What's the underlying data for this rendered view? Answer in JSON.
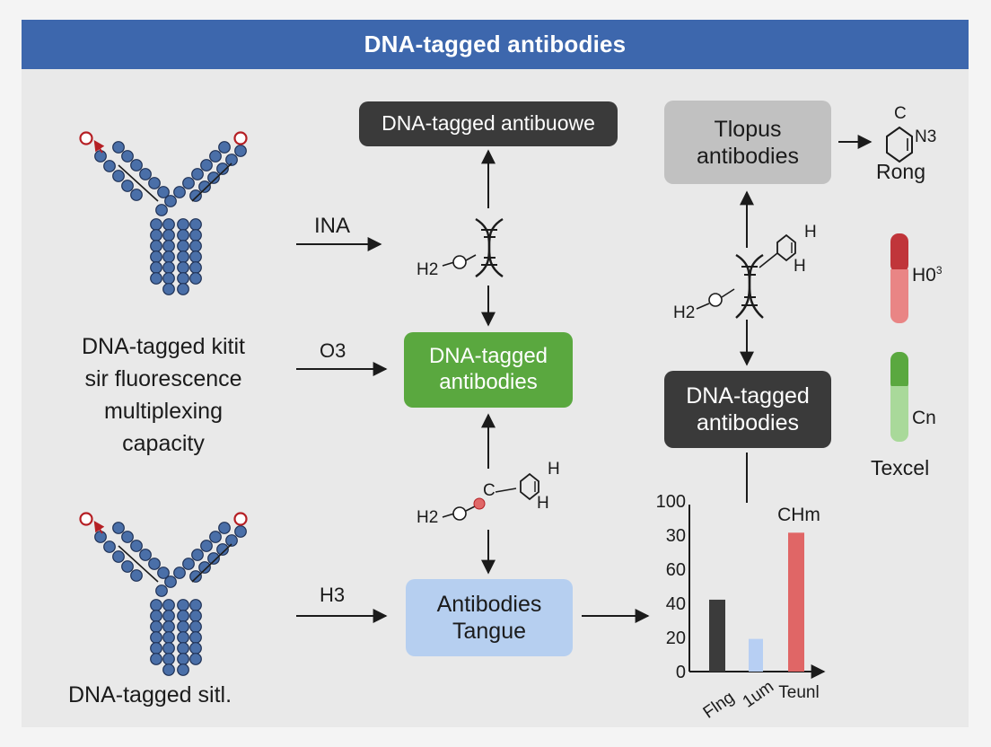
{
  "title": "DNA-tagged antibodies",
  "colors": {
    "title_bar": "#3d67ad",
    "dark_box": "#3a3a3a",
    "green_box": "#5aa83f",
    "blue_box": "#b6cff0",
    "grey_box": "#c1c1c1",
    "antibody_bead": "#4a6fa8",
    "tag_red": "#b51f24",
    "bar_red": "#e06666",
    "bar_blue": "#b7cff3",
    "bar_dark": "#3b3b3b"
  },
  "left": {
    "caption_top": [
      "DNA-tagged kitit",
      "sir fluorescence",
      "multiplexing",
      "capacity"
    ],
    "caption_bottom": "DNA-tagged sitl."
  },
  "arrow_labels": {
    "top": "INA",
    "middle": "O3",
    "bottom": "H3"
  },
  "center": {
    "top_box": "DNA-tagged antibuowe",
    "middle_box": [
      "DNA-tagged",
      "antibodies"
    ],
    "bottom_box": [
      "Antibodies",
      "Tangue"
    ],
    "dna_top_label": "H2",
    "molecule_labels": [
      "H2",
      "C",
      "H",
      "H"
    ]
  },
  "right": {
    "top_box": [
      "Tlopus",
      "antibodies"
    ],
    "middle_box": [
      "DNA-tagged",
      "antibodies"
    ],
    "ring_labels": [
      "C",
      "N3"
    ],
    "ring_caption": "Rong",
    "dna_labels": [
      "H2",
      "H",
      "H"
    ]
  },
  "legend": {
    "items": [
      {
        "label": "H0",
        "superscript": "3",
        "color_top": "#c0353a",
        "color_bottom": "#e98585"
      },
      {
        "label": "Cn",
        "color_top": "#5aa83f",
        "color_bottom": "#a9d99a"
      }
    ],
    "caption": "Texcel"
  },
  "chart_data": {
    "type": "bar",
    "y_tick_labels": [
      "100",
      "30",
      "60",
      "40",
      "20",
      "0"
    ],
    "categories": [
      "Flng",
      "1um",
      "Teunl"
    ],
    "values": [
      44,
      20,
      85
    ],
    "colors": [
      "#3b3b3b",
      "#b7cff3",
      "#e06666"
    ],
    "annotation": "CHm"
  }
}
